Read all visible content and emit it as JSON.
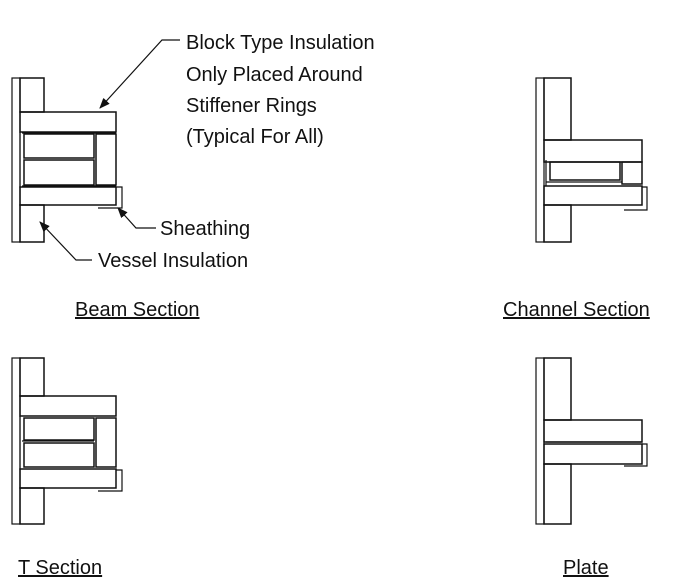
{
  "callouts": {
    "block_insulation": [
      "Block Type Insulation",
      "Only Placed Around",
      "Stiffener Rings",
      "(Typical For All)"
    ],
    "sheathing": "Sheathing",
    "vessel_insulation": "Vessel Insulation"
  },
  "captions": {
    "beam": "Beam Section",
    "channel": "Channel Section",
    "t_section": "T Section",
    "plate": "Plate"
  }
}
